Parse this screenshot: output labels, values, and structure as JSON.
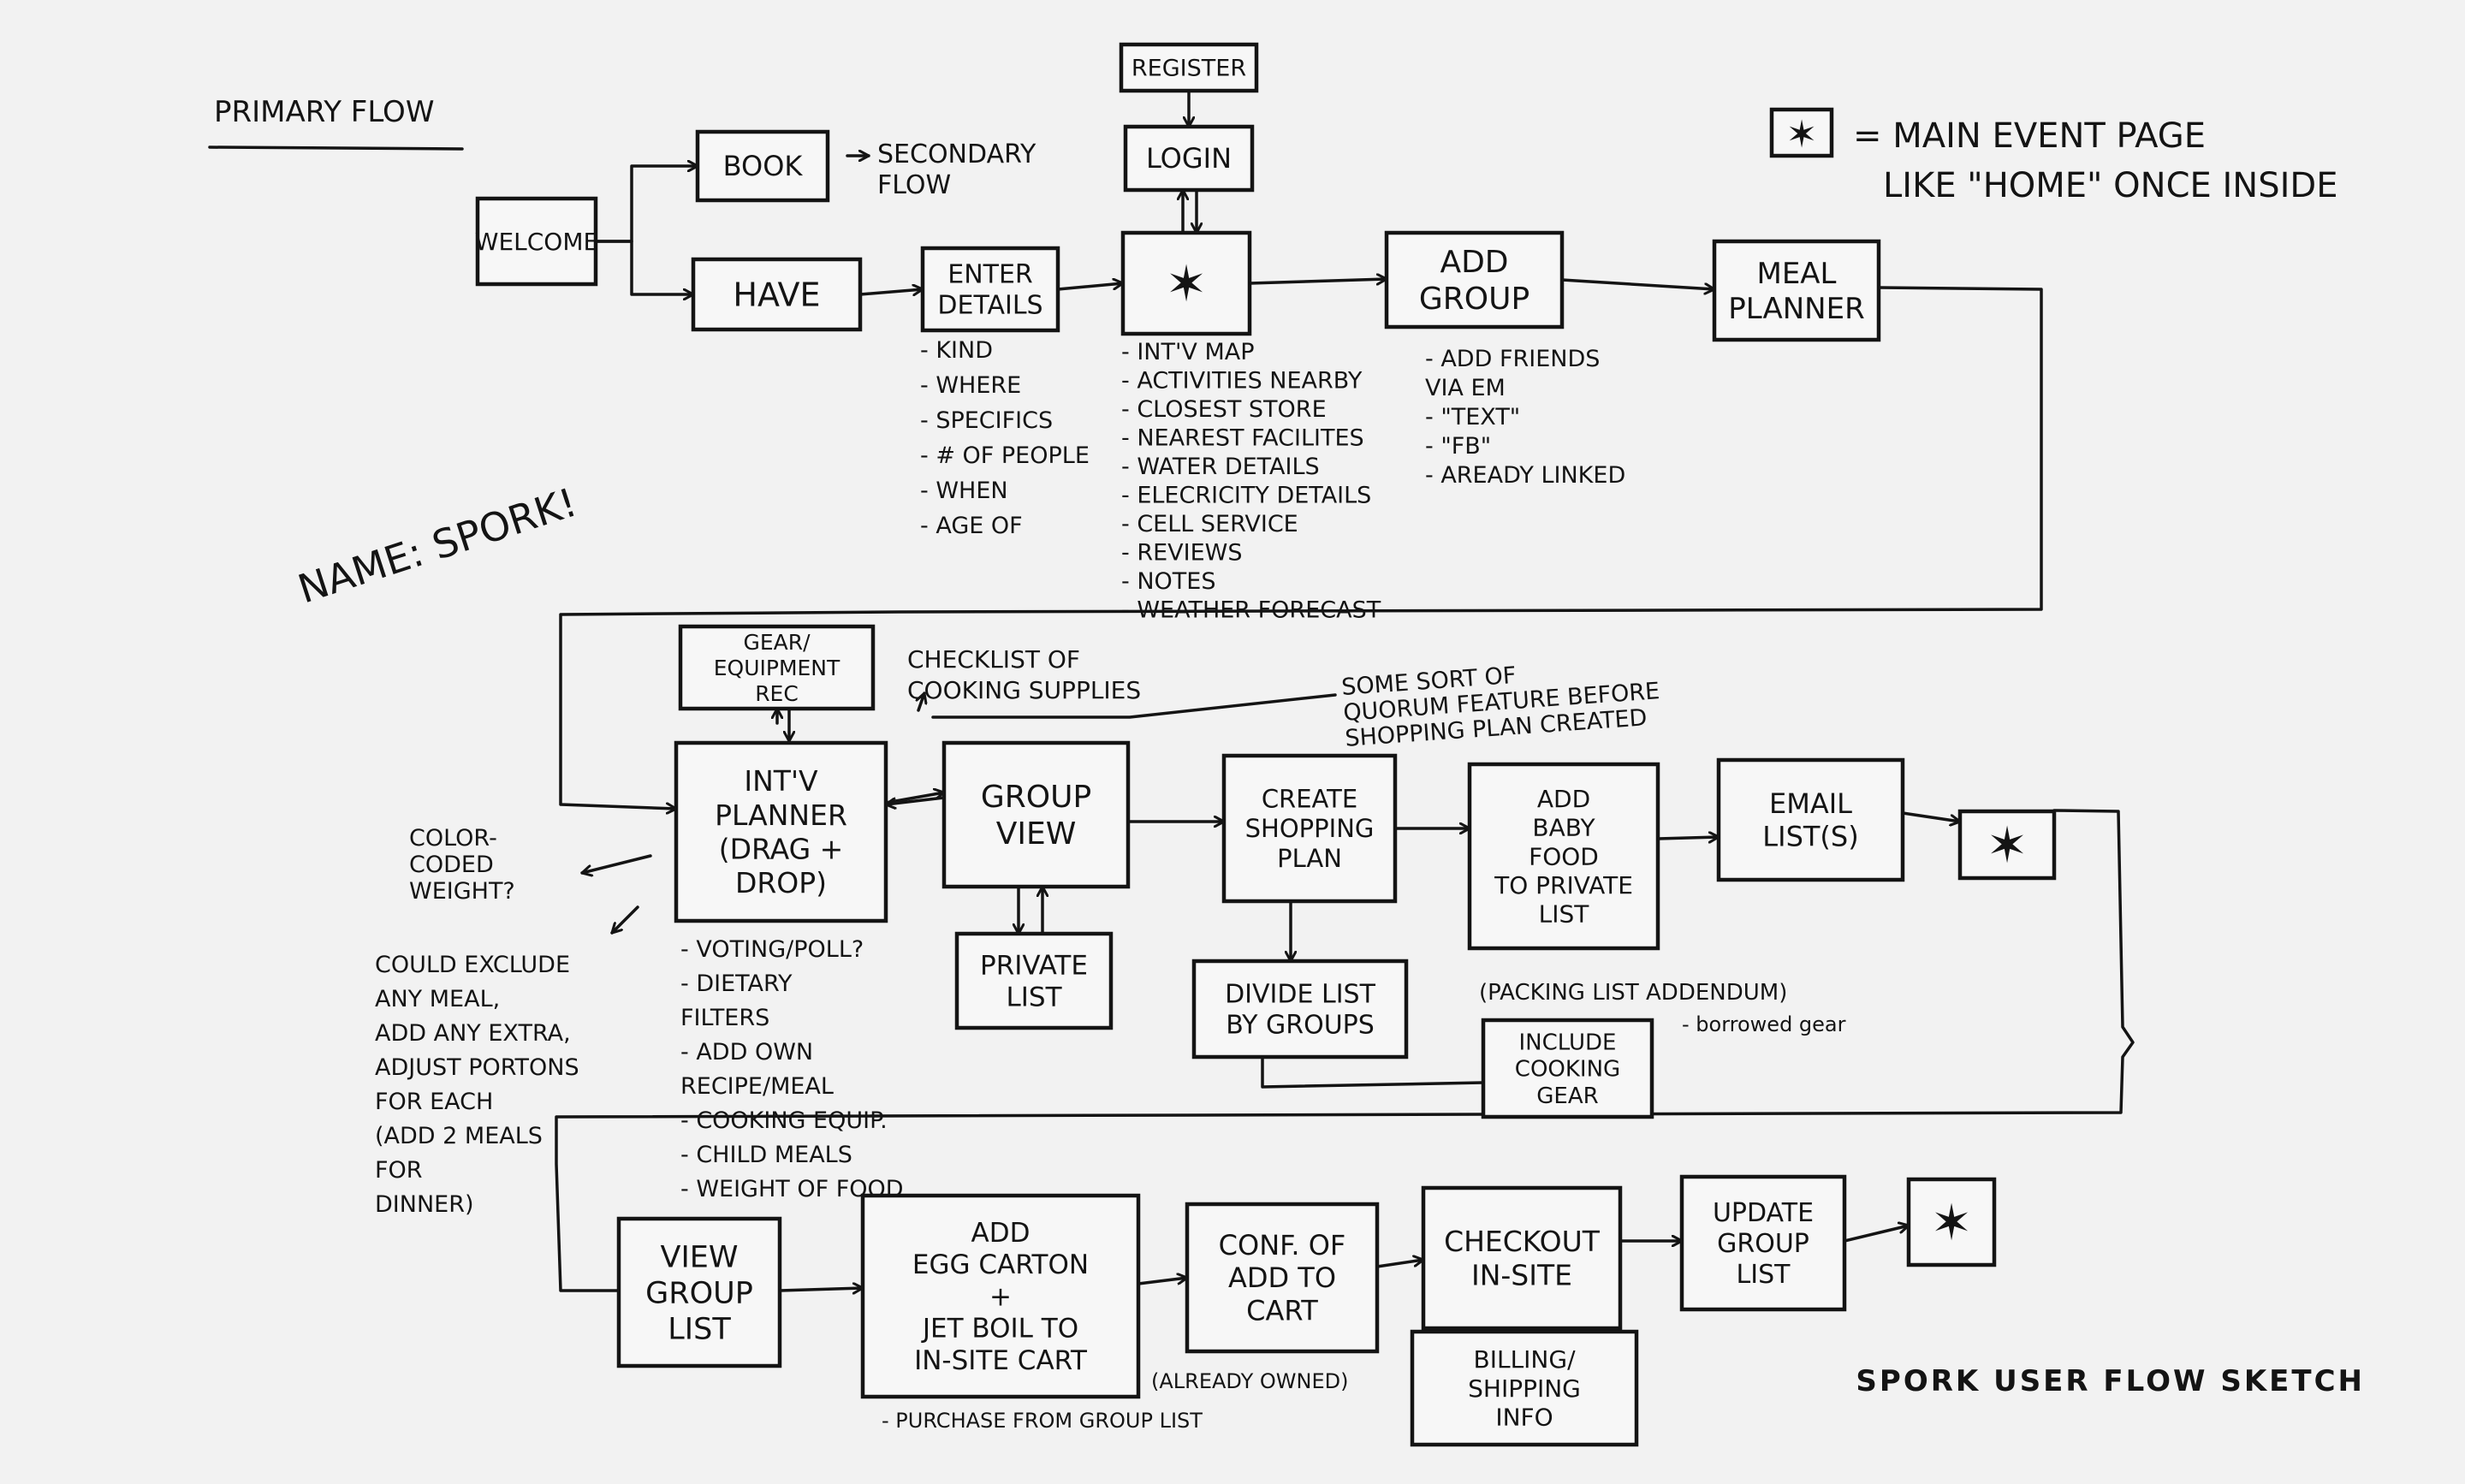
{
  "title": "PRIMARY FLOW",
  "name_note": "NAME: SPORK!",
  "legend": {
    "symbol": "✶",
    "lines": [
      "= MAIN EVENT PAGE",
      "LIKE \"HOME\" ONCE INSIDE"
    ]
  },
  "footer": "SPORK USER FLOW SKETCH",
  "nodes": {
    "welcome": [
      "WELCOME"
    ],
    "book": [
      "BOOK"
    ],
    "have": [
      "HAVE"
    ],
    "enter_details": [
      "ENTER",
      "DETAILS"
    ],
    "register": [
      "REGISTER"
    ],
    "login": [
      "LOGIN"
    ],
    "event_1": [
      "✶"
    ],
    "add_group": [
      "ADD",
      "GROUP"
    ],
    "meal_planner": [
      "MEAL",
      "PLANNER"
    ],
    "gear_rec": [
      "GEAR/",
      "EQUIPMENT",
      "REC"
    ],
    "int_planner": [
      "INT'V",
      "PLANNER",
      "(DRAG +",
      "DROP)"
    ],
    "group_view": [
      "GROUP",
      "VIEW"
    ],
    "private_list": [
      "PRIVATE",
      "LIST"
    ],
    "create_shopping_plan": [
      "CREATE",
      "SHOPPING",
      "PLAN"
    ],
    "divide_list": [
      "DIVIDE LIST",
      "BY GROUPS"
    ],
    "add_baby_food": [
      "ADD",
      "BABY",
      "FOOD",
      "TO PRIVATE",
      "LIST"
    ],
    "email_lists": [
      "EMAIL",
      "LIST(S)"
    ],
    "event_2": [
      "✶"
    ],
    "include_cooking_gear": [
      "INCLUDE",
      "COOKING",
      "GEAR"
    ],
    "view_group_list": [
      "VIEW",
      "GROUP",
      "LIST"
    ],
    "add_egg_carton": [
      "ADD",
      "EGG CARTON",
      "+",
      "JET BOIL TO",
      "IN-SITE CART"
    ],
    "conf_add_to_cart": [
      "CONF. OF",
      "ADD TO",
      "CART"
    ],
    "checkout_in_site": [
      "CHECKOUT",
      "IN-SITE"
    ],
    "billing_shipping": [
      "BILLING/",
      "SHIPPING",
      "INFO"
    ],
    "update_group_list": [
      "UPDATE",
      "GROUP",
      "LIST"
    ],
    "event_3": [
      "✶"
    ]
  },
  "annotations": {
    "secondary_flow": [
      "SECONDARY",
      "FLOW"
    ],
    "enter_details_list": [
      "- KIND",
      "- WHERE",
      "- SPECIFICS",
      "- # OF PEOPLE",
      "- WHEN",
      "- AGE OF"
    ],
    "event_details_list": [
      "- INT'V MAP",
      "- ACTIVITIES NEARBY",
      "- CLOSEST STORE",
      "- NEAREST FACILITES",
      "- WATER DETAILS",
      "- ELECRICITY DETAILS",
      "- CELL SERVICE",
      "- REVIEWS",
      "- NOTES",
      "- WEATHER FORECAST"
    ],
    "add_group_list": [
      "- ADD FRIENDS",
      "VIA EM",
      "- \"TEXT\"",
      "- \"FB\"",
      "- AREADY LINKED"
    ],
    "checklist_cooking": [
      "CHECKLIST OF",
      "COOKING SUPPLIES"
    ],
    "quorum_feature": [
      "SOME SORT OF",
      "QUORUM FEATURE BEFORE",
      "SHOPPING PLAN CREATED"
    ],
    "color_coded": [
      "COLOR-",
      "CODED",
      "WEIGHT?"
    ],
    "could_exclude": [
      "COULD EXCLUDE",
      "ANY MEAL,",
      "ADD ANY EXTRA,",
      "ADJUST PORTONS",
      "FOR EACH",
      "(ADD 2 MEALS",
      "FOR",
      "DINNER)"
    ],
    "planner_features": [
      "- VOTING/POLL?",
      "- DIETARY",
      "FILTERS",
      "- ADD OWN",
      "RECIPE/MEAL",
      "- COOKING EQUIP.",
      "- CHILD MEALS",
      "- WEIGHT OF FOOD"
    ],
    "packing_list": "(PACKING LIST ADDENDUM)",
    "borrowed_gear": "- borrowed gear",
    "already_owned": "(ALREADY OWNED)",
    "purchase_from_group": "- PURCHASE FROM GROUP LIST"
  }
}
